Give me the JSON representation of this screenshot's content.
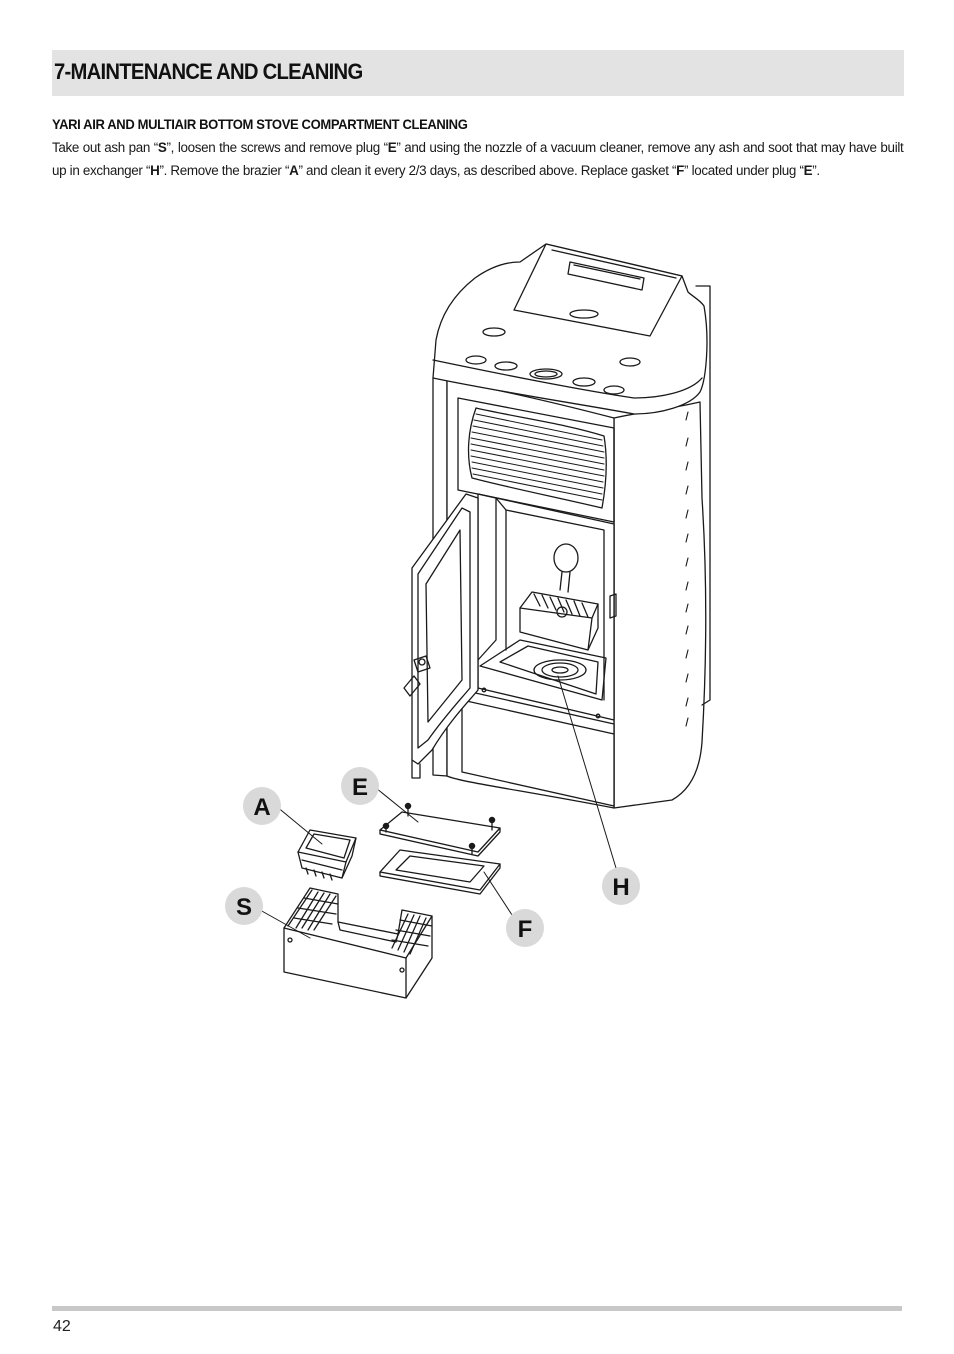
{
  "section": {
    "title": "7-MAINTENANCE AND CLEANING"
  },
  "subheading": "YARI AIR AND MULTIAIR BOTTOM STOVE COMPARTMENT CLEANING",
  "paragraph": {
    "p1": "Take out ash pan “",
    "k1": "S",
    "p2": "”, loosen the screws and remove plug “",
    "k2": "E",
    "p3": "” and using the nozzle of a vacuum cleaner, remove any ash and soot that may have built up in exchanger “",
    "k3": "H",
    "p4": "”. Remove the brazier “",
    "k4": "A",
    "p5": "” and clean it every 2/3 days, as described above. Replace gasket “",
    "k5": "F",
    "p6": "” located under plug “",
    "k6": "E",
    "p7": "”."
  },
  "callouts": {
    "a": "A",
    "e": "E",
    "s": "S",
    "f": "F",
    "h": "H"
  },
  "colors": {
    "callout_fill": "#d9d9d9",
    "header_bg": "#e3e3e3",
    "rule": "#c8c8c8"
  },
  "page": {
    "number": "42"
  }
}
